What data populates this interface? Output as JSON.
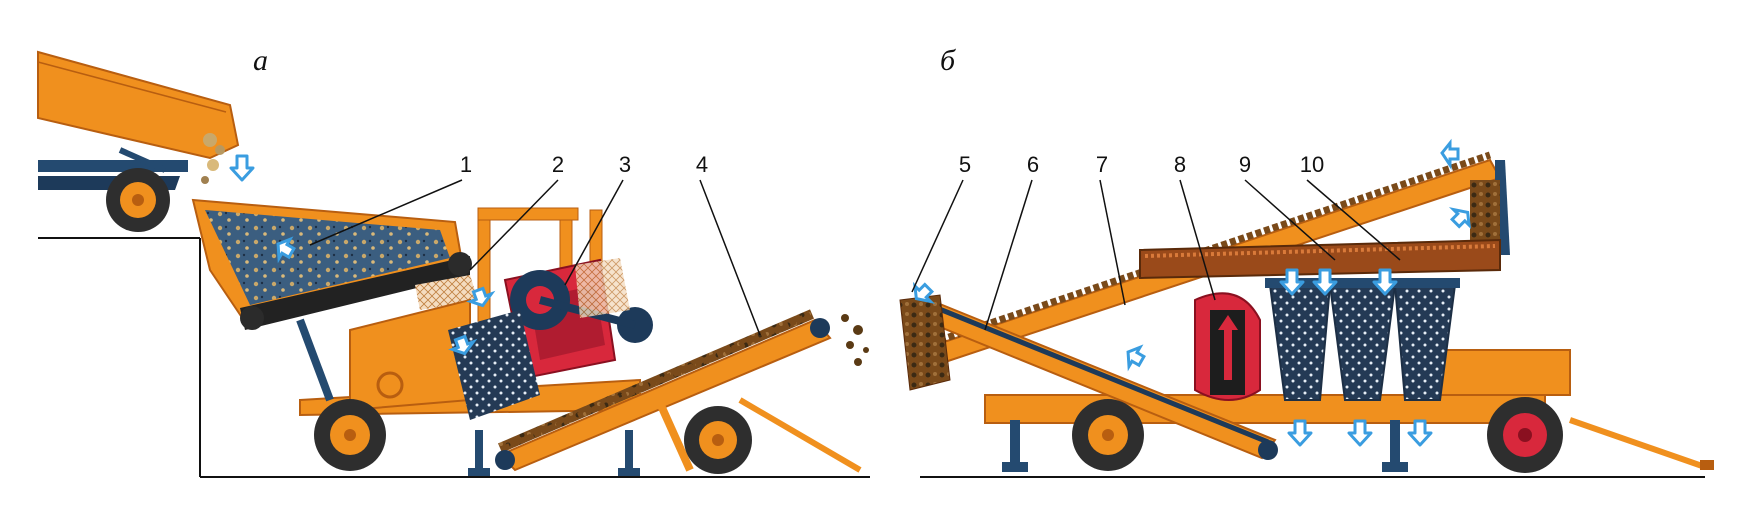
{
  "panels": [
    {
      "id": "a",
      "letter": "а"
    },
    {
      "id": "b",
      "letter": "б"
    }
  ],
  "callouts": [
    {
      "id": "1",
      "label": "1"
    },
    {
      "id": "2",
      "label": "2"
    },
    {
      "id": "3",
      "label": "3"
    },
    {
      "id": "4",
      "label": "4"
    },
    {
      "id": "5",
      "label": "5"
    },
    {
      "id": "6",
      "label": "6"
    },
    {
      "id": "7",
      "label": "7"
    },
    {
      "id": "8",
      "label": "8"
    },
    {
      "id": "9",
      "label": "9"
    },
    {
      "id": "10",
      "label": "10"
    }
  ],
  "colors": {
    "frame": "#f0901e",
    "frame_dark": "#b85e10",
    "ore": "#3b5e80",
    "ore_dark": "#243a55",
    "crusher": "#d8283c",
    "tire": "#333333",
    "arrow": "#3a9de0",
    "line": "#111111"
  }
}
